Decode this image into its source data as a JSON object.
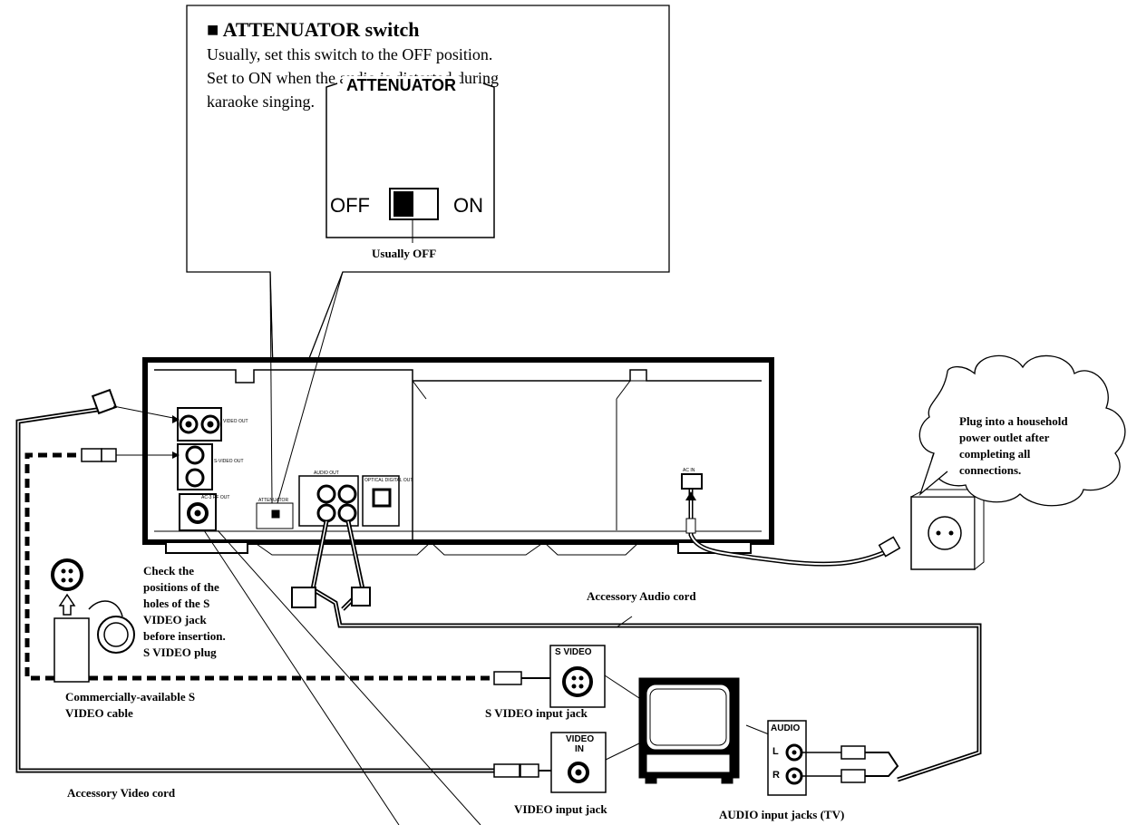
{
  "callout": {
    "title": "■ ATTENUATOR switch",
    "line1": "Usually, set this switch to the OFF position.",
    "line2": "Set to ON when the audio is distorted during",
    "line3": "karaoke singing.",
    "switch_heading": "ATTENUATOR",
    "switch_off": "OFF",
    "switch_on": "ON",
    "switch_note": "Usually OFF"
  },
  "panel_labels": {
    "video_out": "VIDEO OUT",
    "s_video_out": "S-VIDEO OUT",
    "ac3_rf_out": "AC-3 RF OUT",
    "attenuator": "ATTENUATOR",
    "audio_out": "AUDIO OUT",
    "optical_out": "OPTICAL DIGITAL OUT",
    "ac_in": "AC IN"
  },
  "labels": {
    "cloud": [
      "Plug into a household",
      "power outlet after",
      "completing all",
      "connections."
    ],
    "check_note": [
      "Check the",
      "positions of the",
      "holes of the S",
      "VIDEO jack",
      "before insertion.",
      "S VIDEO plug"
    ],
    "audio_cord": "Accessory Audio cord",
    "s_video_cable": [
      "Commercially-available S",
      "VIDEO cable"
    ],
    "s_video_input": "S VIDEO input jack",
    "video_cord": "Accessory Video cord",
    "video_input": "VIDEO input jack",
    "audio_input": "AUDIO input jacks (TV)"
  },
  "jacks": {
    "s_video": "S VIDEO",
    "video_in": "VIDEO IN",
    "audio": "AUDIO",
    "left": "L",
    "right": "R"
  }
}
